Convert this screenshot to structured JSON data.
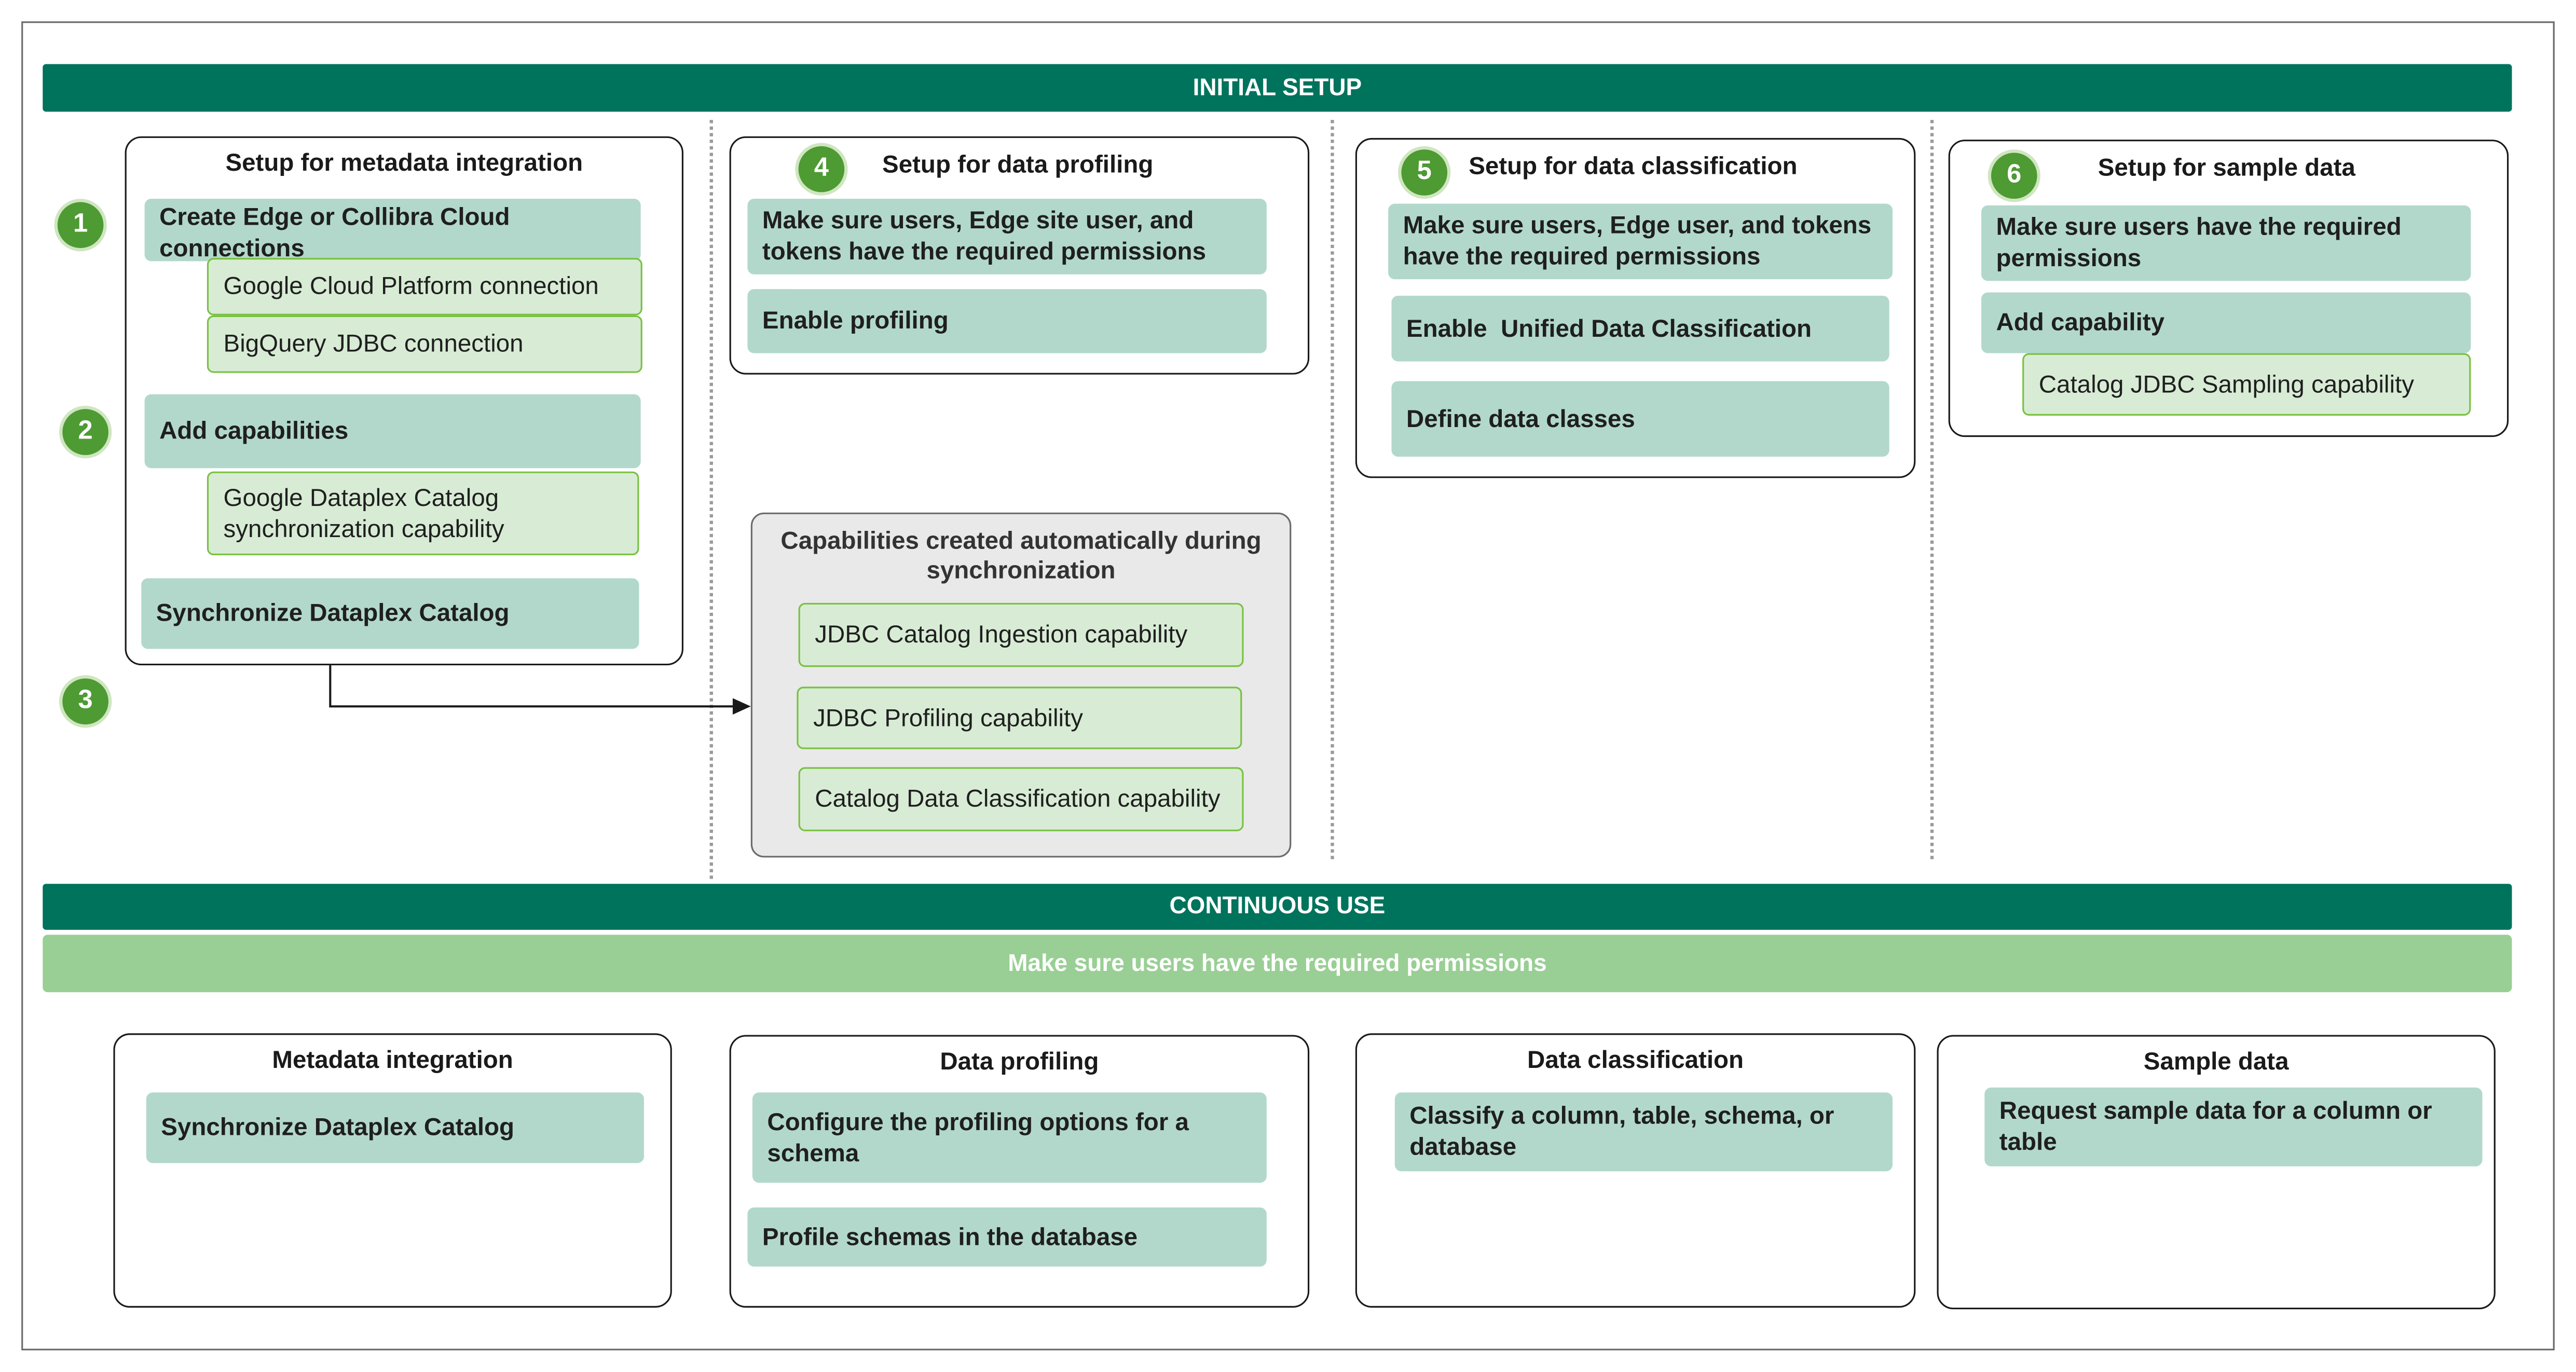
{
  "initial_setup": {
    "banner": "INITIAL SETUP",
    "metadata": {
      "title": "Setup for metadata integration",
      "step1_number": "1",
      "step2_number": "2",
      "step3_number": "3",
      "create_connections": "Create Edge or Collibra Cloud connections",
      "gcp_connection": "Google Cloud Platform connection",
      "bigquery_connection": "BigQuery JDBC connection",
      "add_capabilities": "Add capabilities",
      "dataplex_capability": "Google Dataplex Catalog synchronization capability",
      "synchronize": "Synchronize Dataplex Catalog"
    },
    "profiling": {
      "number": "4",
      "title": "Setup for data profiling",
      "permissions": "Make sure users, Edge site user, and tokens have the required permissions",
      "enable": "Enable profiling"
    },
    "auto_capabilities": {
      "title": "Capabilities created automatically during synchronization",
      "items": [
        "JDBC Catalog Ingestion capability",
        "JDBC Profiling capability",
        "Catalog Data Classification capability"
      ]
    },
    "classification": {
      "number": "5",
      "title": "Setup for data classification",
      "permissions": "Make sure users, Edge user, and tokens have the required permissions",
      "enable": "Enable  Unified Data Classification",
      "define": "Define data classes"
    },
    "sample": {
      "number": "6",
      "title": "Setup for sample data",
      "permissions": "Make sure users have the required permissions",
      "add_capability": "Add capability",
      "sampling_capability": "Catalog JDBC Sampling capability"
    }
  },
  "continuous_use": {
    "banner": "CONTINUOUS USE",
    "permissions_banner": "Make sure users have the required permissions",
    "metadata": {
      "title": "Metadata integration",
      "task": "Synchronize Dataplex Catalog"
    },
    "profiling": {
      "title": "Data profiling",
      "task1": "Configure the profiling options for a schema",
      "task2": "Profile schemas in the database"
    },
    "classification": {
      "title": "Data classification",
      "task": "Classify a column, table, schema, or database"
    },
    "sample": {
      "title": "Sample data",
      "task": "Request sample data for a column or table"
    }
  },
  "colors": {
    "banner": "#00735c",
    "permissions_banner": "#99cf94",
    "task_fill": "#b2d8cc",
    "subtask_fill": "#d8ecd5",
    "subtask_border": "#79c142",
    "step_badge": "#4e9a33"
  }
}
